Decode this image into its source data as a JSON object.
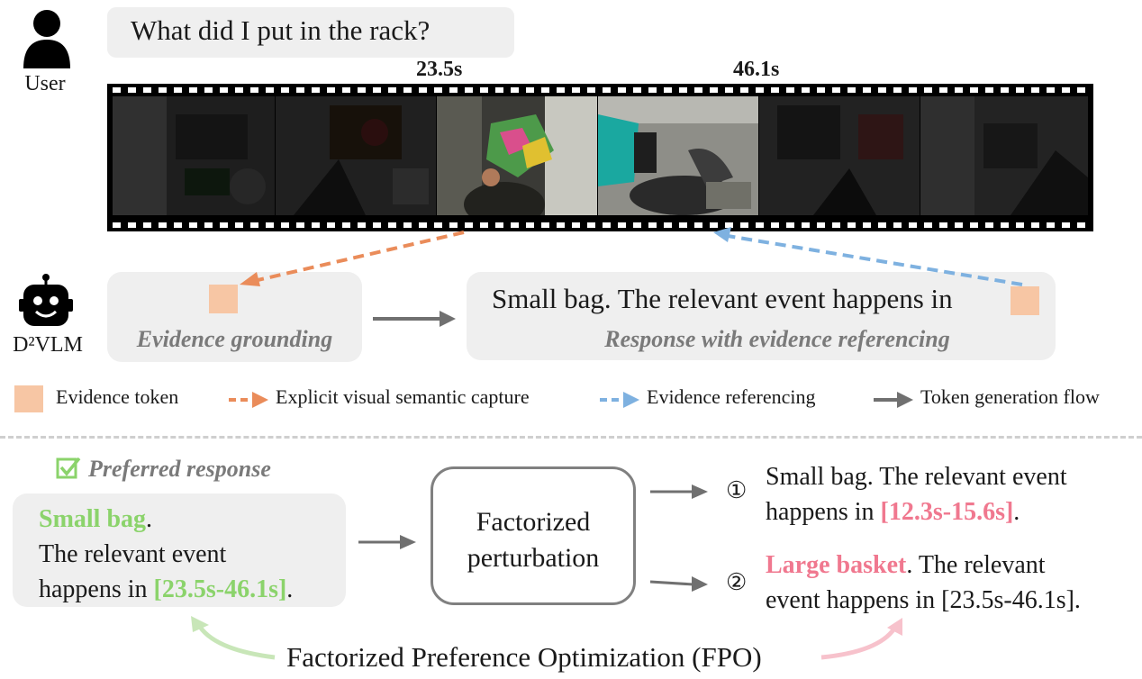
{
  "user": {
    "label": "User",
    "question": "What did I put in the rack?"
  },
  "timeline": {
    "start_time": "23.5s",
    "end_time": "46.1s"
  },
  "model": {
    "label": "D²VLM"
  },
  "grounding": {
    "caption": "Evidence grounding"
  },
  "response": {
    "text": "Small bag. The relevant event happens in",
    "caption": "Response with evidence referencing"
  },
  "legend": {
    "evidence_token": "Evidence token",
    "visual_capture": "Explicit visual semantic capture",
    "evidence_referencing": "Evidence referencing",
    "token_flow": "Token generation flow"
  },
  "preferred": {
    "header": "Preferred response",
    "answer": "Small bag",
    "answer_suffix": ".",
    "line2": "The relevant event",
    "line3_prefix": "happens in ",
    "interval": "[23.5s-46.1s]",
    "line3_suffix": "."
  },
  "perturbation": {
    "line1": "Factorized",
    "line2": "perturbation"
  },
  "negative1": {
    "marker": "①",
    "line1": "Small bag. The relevant event",
    "line2_prefix": "happens in ",
    "interval": "[12.3s-15.6s]",
    "line2_suffix": "."
  },
  "negative2": {
    "marker": "②",
    "answer": "Large basket",
    "line1_suffix": ". The relevant",
    "line2": "event happens in [23.5s-46.1s]."
  },
  "fpo": {
    "label": "Factorized Preference Optimization (FPO)"
  },
  "colors": {
    "evidence_token": "#f7c6a4",
    "visual_capture_arrow": "#ea8c5a",
    "referencing_arrow": "#7eb1e0",
    "flow_arrow": "#707070",
    "preferred_green": "#8bd36b",
    "negative_pink": "#f0788f"
  }
}
